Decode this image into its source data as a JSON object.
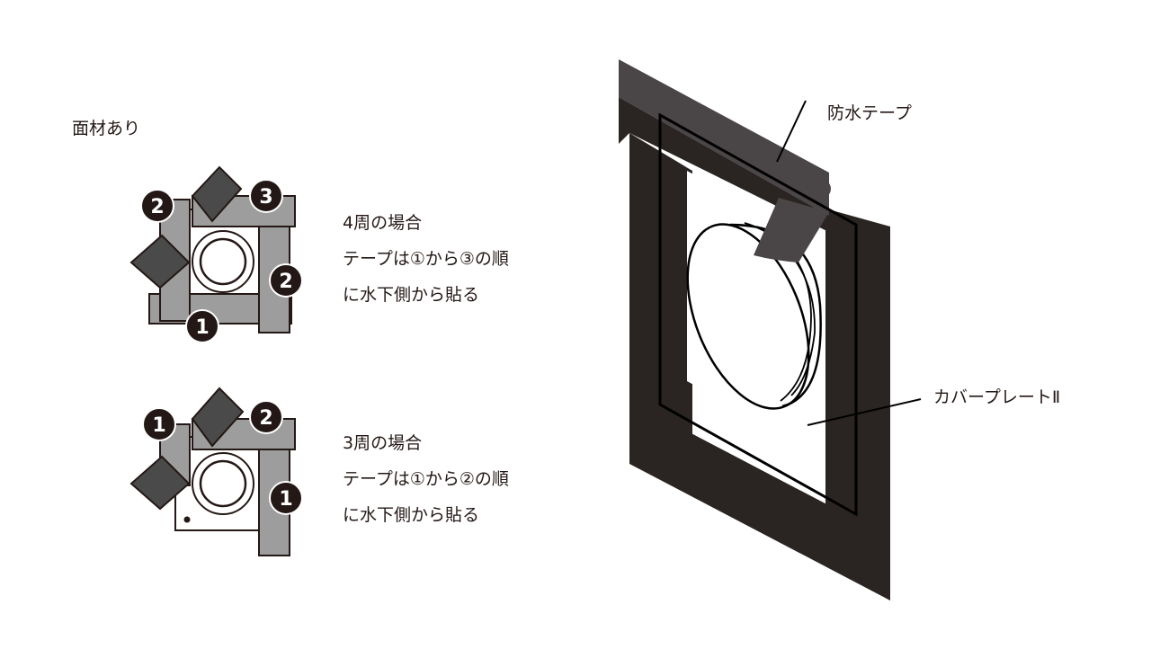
{
  "section_title": "面材あり",
  "case_four": {
    "line1": "4周の場合",
    "line2": "テープは①から③の順",
    "line3": "に水下側から貼る",
    "badges": [
      "1",
      "2",
      "2",
      "3"
    ]
  },
  "case_three": {
    "line1": "3周の場合",
    "line2": "テープは①から②の順",
    "line3": "に水下側から貼る",
    "badges": [
      "1",
      "1",
      "2"
    ]
  },
  "callouts": {
    "tape": "防水テープ",
    "cover_plate": "カバープレートⅡ"
  },
  "colors": {
    "tape_gray": "#9d9d9d",
    "tape_dark": "#4a4a4a",
    "panel_black": "#2a2522",
    "ink": "#231815"
  }
}
